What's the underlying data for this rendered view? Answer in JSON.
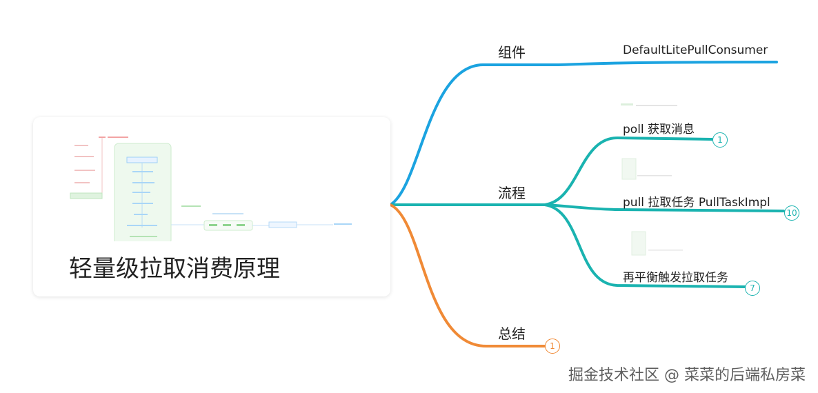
{
  "root": {
    "title": "轻量级拉取消费原理"
  },
  "branches": {
    "component": {
      "label": "组件",
      "color": "#1ba3e0",
      "child": "DefaultLitePullConsumer"
    },
    "process": {
      "label": "流程",
      "color": "#1ab3b0",
      "children": [
        {
          "label": "poll 获取消息",
          "badge": "1"
        },
        {
          "label": "pull 拉取任务 PullTaskImpl",
          "badge": "10"
        },
        {
          "label": "再平衡触发拉取任务",
          "badge": "7"
        }
      ]
    },
    "summary": {
      "label": "总结",
      "color": "#f08a36",
      "badge": "1"
    }
  },
  "watermark": "掘金技术社区 @ 菜菜的后端私房菜"
}
